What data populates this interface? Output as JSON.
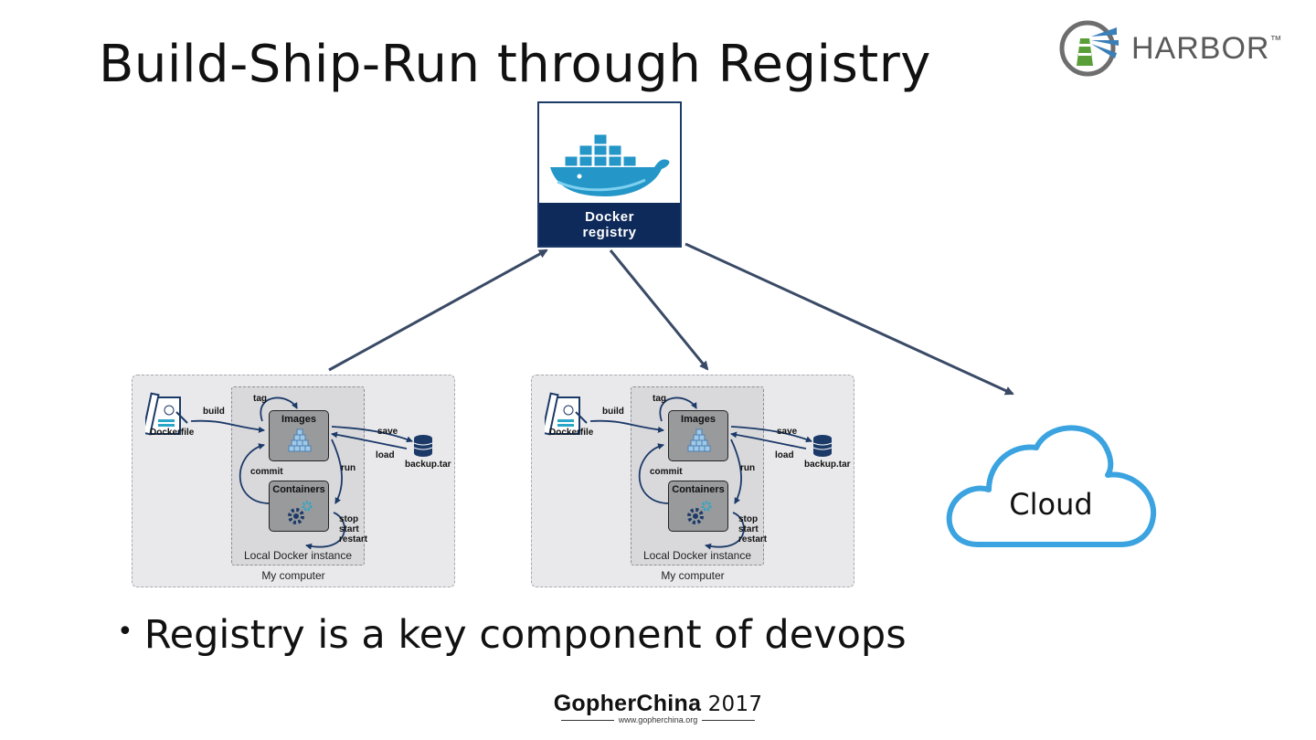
{
  "title": "Build-Ship-Run through Registry",
  "logo": {
    "text": "HARBOR",
    "tm": "™"
  },
  "registry": {
    "line1": "Docker",
    "line2": "registry"
  },
  "computers": [
    {
      "dockerfile": "Dockerfile",
      "build": "build",
      "tag": "tag",
      "images": "Images",
      "save": "save",
      "load": "load",
      "backup": "backup.tar",
      "commit": "commit",
      "run": "run",
      "containers": "Containers",
      "stop": "stop",
      "start": "start",
      "restart": "restart",
      "local": "Local Docker instance",
      "machine": "My computer"
    },
    {
      "dockerfile": "Dockerfile",
      "build": "build",
      "tag": "tag",
      "images": "Images",
      "save": "save",
      "load": "load",
      "backup": "backup.tar",
      "commit": "commit",
      "run": "run",
      "containers": "Containers",
      "stop": "stop",
      "start": "start",
      "restart": "restart",
      "local": "Local Docker instance",
      "machine": "My computer"
    }
  ],
  "cloud": "Cloud",
  "bullet": "Registry is a key component of devops",
  "footer": {
    "brand": "GopherChina",
    "year": "2017",
    "url": "www.gopherchina.org"
  },
  "colors": {
    "navy": "#0e2a5a",
    "arrow": "#3a4a66",
    "cloud": "#3aa3e0",
    "whale": "#2496c8"
  }
}
